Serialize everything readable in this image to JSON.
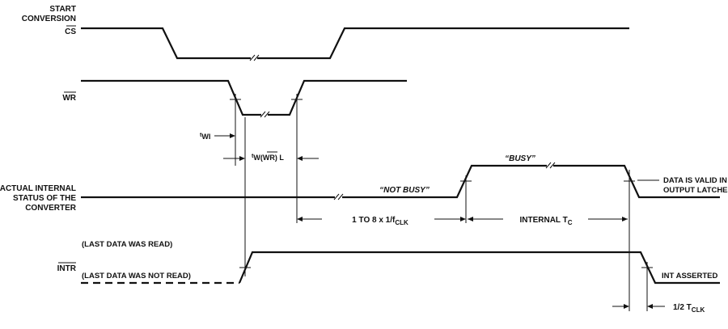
{
  "labels": {
    "start_conversion_line1": "START",
    "start_conversion_line2": "CONVERSION",
    "cs": "CS",
    "wr": "WR",
    "status_line1": "ACTUAL INTERNAL",
    "status_line2": "STATUS OF THE",
    "status_line3": "CONVERTER",
    "intr": "INTR"
  },
  "annotations": {
    "twi_prefix": "t",
    "twi_sub": "WI",
    "tw_prefix": "t",
    "tw_sub1": "W(",
    "tw_sub_wr": "WR",
    "tw_sub2": ") L",
    "not_busy": "“NOT BUSY”",
    "busy": "“BUSY”",
    "data_valid_line1": "DATA IS VALID IN",
    "data_valid_line2": "OUTPUT LATCHES",
    "clk_range_main": "1 TO 8 x 1/f",
    "clk_range_sub": "CLK",
    "internal_tc_main": "INTERNAL T",
    "internal_tc_sub": "C",
    "last_read": "(LAST DATA WAS READ)",
    "last_not_read": "(LAST DATA WAS NOT READ)",
    "int_asserted": "INT ASSERTED",
    "half_tclk_main": "1/2 T",
    "half_tclk_sub": "CLK"
  }
}
